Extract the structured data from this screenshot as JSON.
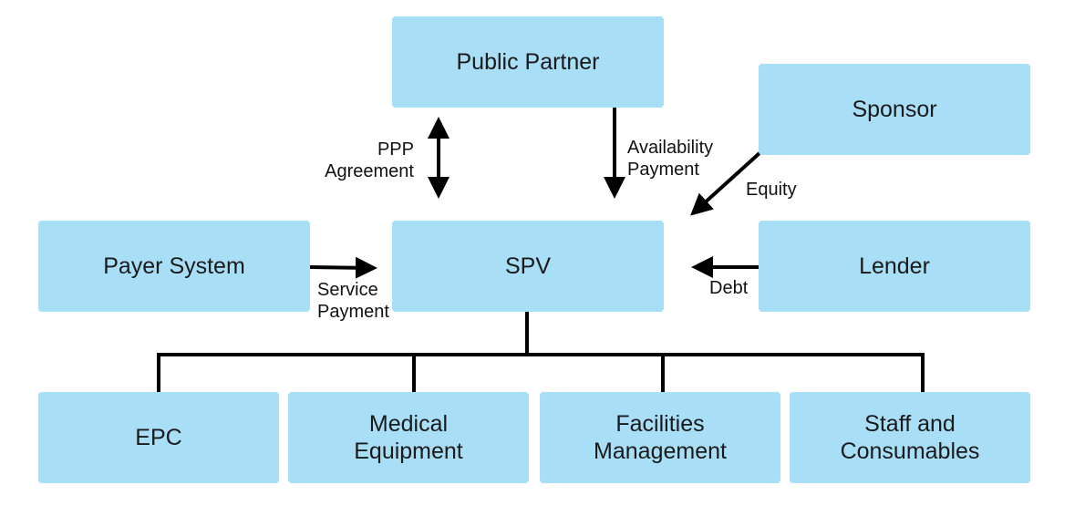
{
  "nodes": {
    "public_partner": "Public Partner",
    "sponsor": "Sponsor",
    "payer_system": "Payer System",
    "spv": "SPV",
    "lender": "Lender",
    "epc": "EPC",
    "medical_equipment": [
      "Medical",
      "Equipment"
    ],
    "facilities_management": [
      "Facilities",
      "Management"
    ],
    "staff_consumables": [
      "Staff and",
      "Consumables"
    ]
  },
  "edges": {
    "ppp_agreement": [
      "PPP",
      "Agreement"
    ],
    "availability_payment": [
      "Availability",
      "Payment"
    ],
    "equity": "Equity",
    "service_payment": [
      "Service",
      "Payment"
    ],
    "debt": "Debt"
  },
  "colors": {
    "box": "#a8def6",
    "line": "#000000"
  }
}
